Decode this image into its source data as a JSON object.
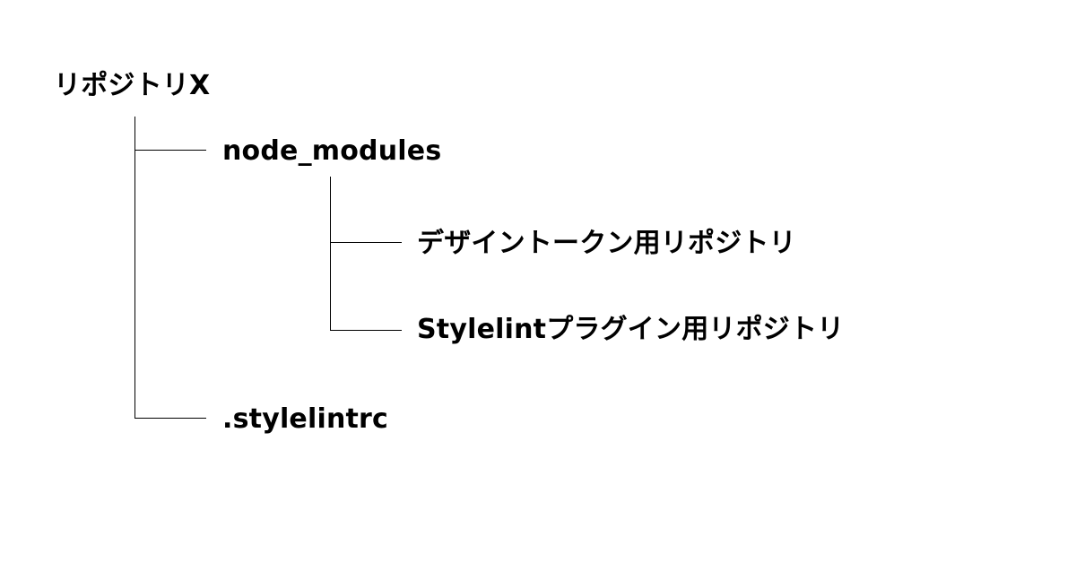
{
  "tree": {
    "root": "リポジトリX",
    "children": [
      {
        "label": "node_modules",
        "children": [
          {
            "label": "デザイントークン用リポジトリ"
          },
          {
            "label": "Stylelintプラグイン用リポジトリ"
          }
        ]
      },
      {
        "label": ".stylelintrc"
      }
    ]
  },
  "colors": {
    "background": "#ffffff",
    "text": "#000000",
    "connector": "#000000"
  }
}
